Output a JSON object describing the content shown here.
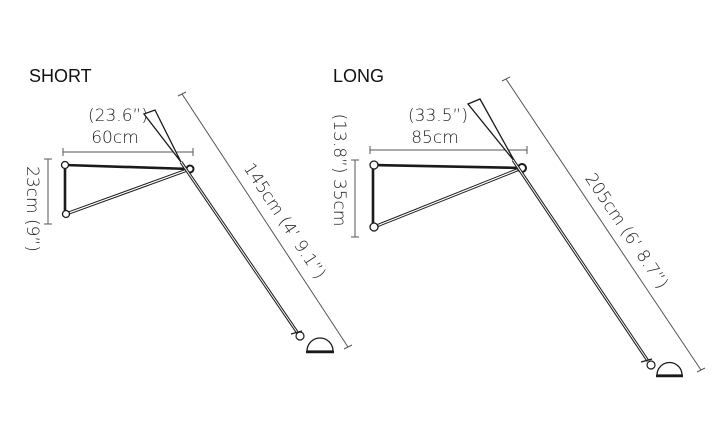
{
  "variants": [
    {
      "id": "short",
      "title": "SHORT",
      "width_in": "(23.6”)",
      "width_cm": "60cm",
      "height_label": "23cm  (9”)",
      "length_label": "145cm  (4’ 9.1”)"
    },
    {
      "id": "long",
      "title": "LONG",
      "width_in": "(33.5”)",
      "width_cm": "85cm",
      "height_label": "(13.8”) 35cm",
      "length_label": "205cm  (6’ 8.7”)"
    }
  ],
  "colors": {
    "line": "#1a1a1a",
    "dimension": "#555555",
    "background": "#ffffff"
  }
}
